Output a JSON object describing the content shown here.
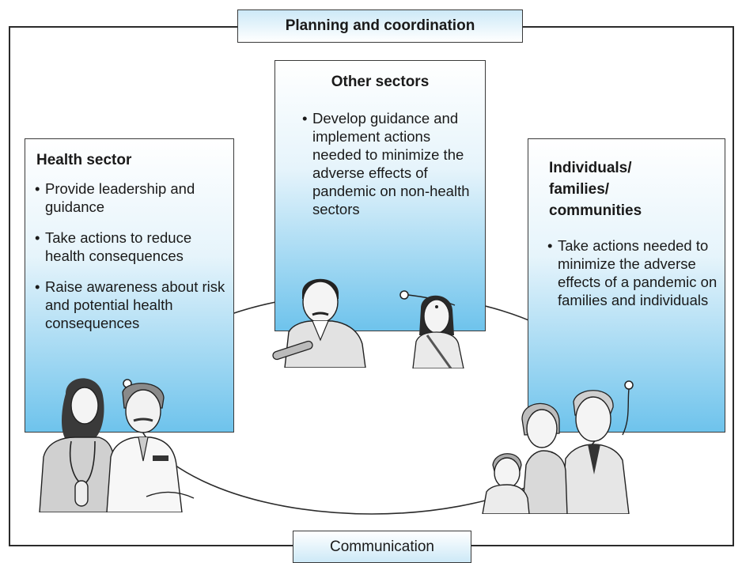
{
  "header": {
    "top_label": "Planning and coordination",
    "bottom_label": "Communication"
  },
  "panels": {
    "health": {
      "title": "Health sector",
      "bullets": [
        "Provide leadership and guidance",
        "Take actions to reduce health consequences",
        "Raise awareness about risk and potential health consequences"
      ]
    },
    "other": {
      "title": "Other sectors",
      "bullets": [
        "Develop guidance and implement actions needed to minimize the adverse effects of pandemic on non-health sectors"
      ]
    },
    "individuals": {
      "title": "Individuals/\nfamilies/\ncommunities",
      "bullets": [
        "Take actions needed to minimize the adverse effects of a pandemic on families and individuals"
      ]
    }
  },
  "colors": {
    "panel_gradient_bottom": "#6ec3ec",
    "header_fill": "#cde9f7",
    "stroke": "#2b2b2b"
  },
  "icons": [
    "health-workers-illustration",
    "worker-with-wrench-illustration",
    "woman-illustration",
    "family-illustration"
  ]
}
